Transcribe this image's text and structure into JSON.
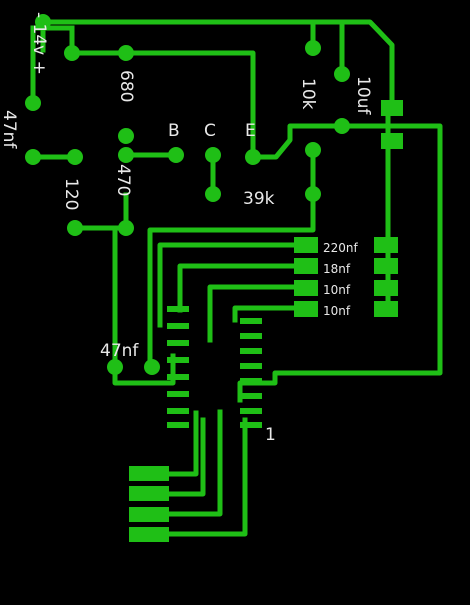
{
  "colors": {
    "background": "#000000",
    "copper": "#1fbf16",
    "silkscreen": "#e8e8e8"
  },
  "labels": {
    "supply": "- 14v +",
    "cap_47nf_left": "47nf",
    "r680": "680",
    "r120": "120",
    "r470": "470",
    "pin_b": "B",
    "pin_c": "C",
    "pin_e": "E",
    "r10k": "10k",
    "c10uf": "10uf",
    "r39k": "39k",
    "c220nf": "220nf",
    "c18nf": "18nf",
    "c10nf_a": "10nf",
    "c10nf_b": "10nf",
    "cap_47nf_mid": "47nf",
    "pin1": "1"
  }
}
